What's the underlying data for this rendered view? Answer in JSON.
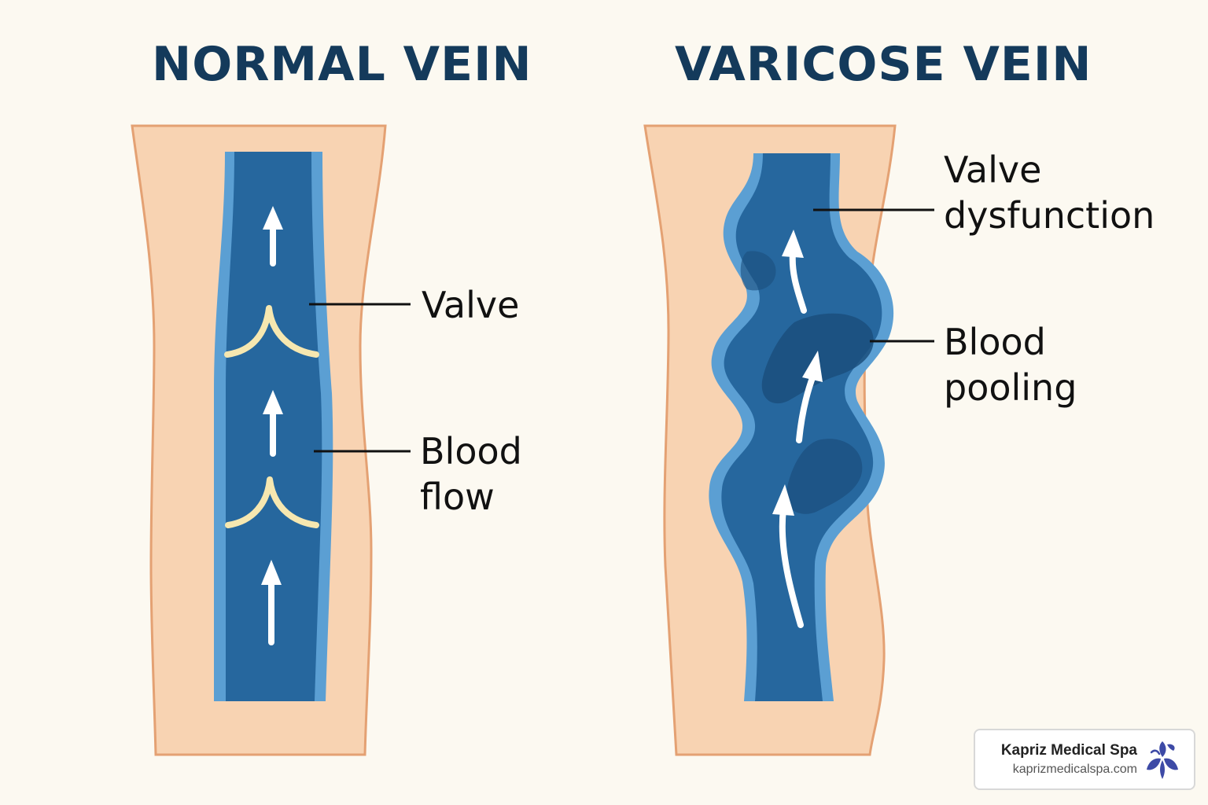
{
  "titles": {
    "normal": "NORMAL VEIN",
    "varicose": "VARICOSE VEIN"
  },
  "labels": {
    "valve": "Valve",
    "blood_flow": [
      "Blood",
      "flow"
    ],
    "valve_dysfunction": [
      "Valve",
      "dysfunction"
    ],
    "blood_pooling": [
      "Blood",
      "pooling"
    ]
  },
  "brand": {
    "name": "Kapriz Medical Spa",
    "url": "kaprizmedicalspa.com"
  },
  "colors": {
    "background": "#fcf9f1",
    "skin": "#f8d3b2",
    "skin_edge": "#e4a173",
    "vein_wall": "#5b9fd3",
    "vein_inner": "#26679e",
    "vein_dark": "#1b4f7d",
    "valve": "#f6e7b0",
    "title": "#143a5b",
    "logo": "#3d4aa6"
  },
  "icons": {
    "logo": "iris-flower-icon",
    "flow": "arrow-up-icon"
  }
}
